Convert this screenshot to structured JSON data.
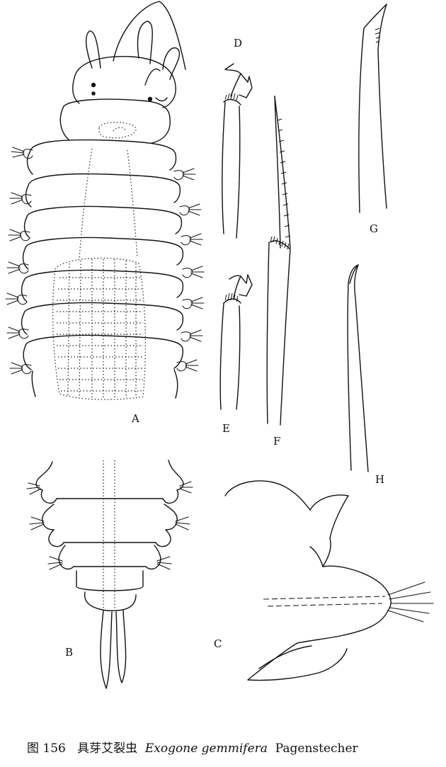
{
  "figure": {
    "panel_labels": [
      "A",
      "B",
      "C",
      "D",
      "E",
      "F",
      "G",
      "H"
    ],
    "caption": {
      "number": "图 156",
      "chinese_name": "具芽艾裂虫",
      "latin_name": "Exogone gemmifera",
      "authority": "Pagenstecher"
    }
  }
}
